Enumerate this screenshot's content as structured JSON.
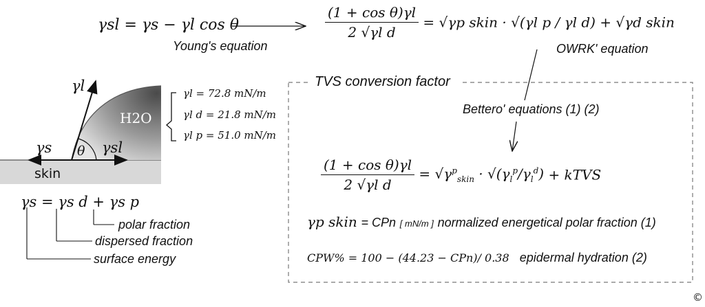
{
  "young": {
    "equation": "γsl = γs − γl cos θ",
    "label": "Young's equation"
  },
  "owrk": {
    "label": "OWRK' equation",
    "numerator": "(1 + cos θ)γl",
    "denominator": "2 √γl d",
    "rhs": "= √γp skin · √(γl p / γl d) + √γd skin"
  },
  "droplet": {
    "liquid": "H2O",
    "substrate": "skin",
    "angle": "θ",
    "gamma_l": "γl",
    "gamma_s": "γs",
    "gamma_sl": "γsl",
    "values": [
      "γl = 72.8 mN/m",
      "γl d = 21.8 mN/m",
      "γl p = 51.0 mN/m"
    ]
  },
  "surface": {
    "equation": "γs = γs d + γs p",
    "labels": {
      "polar": "polar fraction",
      "dispersed": "dispersed fraction",
      "surface_energy": "surface energy"
    }
  },
  "tvs": {
    "title": "TVS conversion factor",
    "bettero": "Bettero' equations (1) (2)",
    "k_term": "+ kTVS",
    "cpn_line": {
      "lhs": "γp skin",
      "eq": "= CPn",
      "unit": "[ mN/m ]",
      "desc": "normalized energetical polar fraction (1)"
    },
    "cpw_line": {
      "formula": "CPW% = 100 − (44.23 − CPn)/ 0.38",
      "desc": "epidermal hydration (2)"
    }
  },
  "copyright": "©"
}
